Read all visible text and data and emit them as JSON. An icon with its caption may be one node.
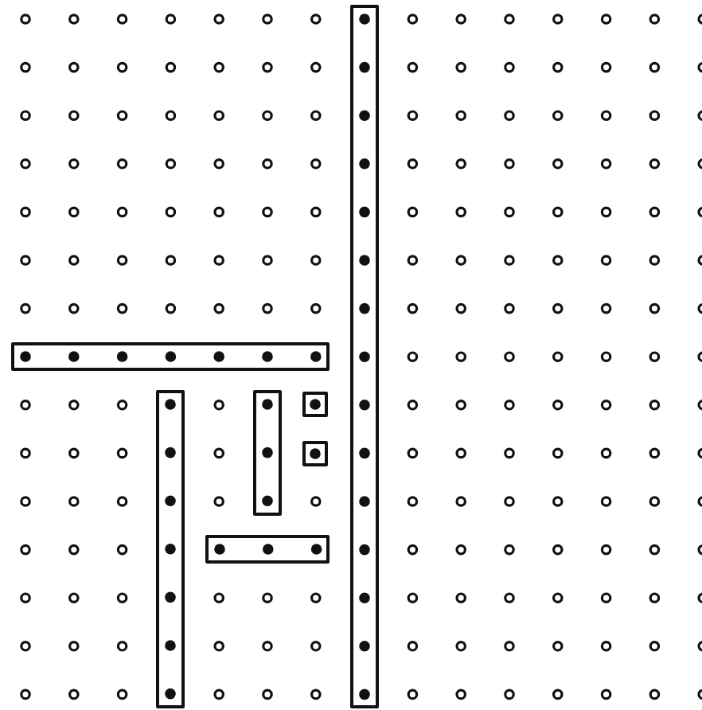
{
  "diagram": {
    "nodes": [
      {
        "text": [],
        "shape": "bar"
      },
      {
        "text": [],
        "shape": "bar"
      },
      {
        "text": [],
        "shape": "bar"
      },
      {
        "text": [],
        "shape": "bar"
      },
      {
        "text": [],
        "shape": "box"
      },
      {
        "text": [],
        "shape": "box"
      },
      {
        "text": [],
        "shape": "bar"
      }
    ]
  }
}
